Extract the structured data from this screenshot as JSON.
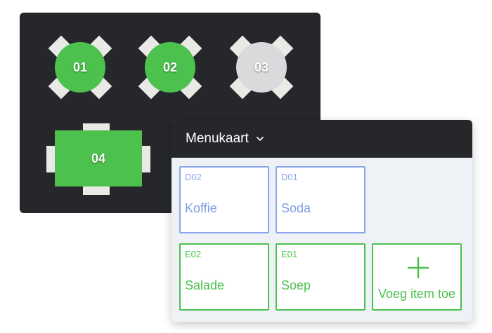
{
  "floor_plan": {
    "tables": [
      {
        "number": "01",
        "status": "occupied"
      },
      {
        "number": "02",
        "status": "occupied"
      },
      {
        "number": "03",
        "status": "free"
      },
      {
        "number": "04",
        "status": "occupied"
      }
    ]
  },
  "menu": {
    "title": "Menukaart",
    "items": [
      {
        "code": "D02",
        "name": "Koffie",
        "category": "drink"
      },
      {
        "code": "D01",
        "name": "Soda",
        "category": "drink"
      },
      {
        "code": "E02",
        "name": "Salade",
        "category": "food"
      },
      {
        "code": "E01",
        "name": "Soep",
        "category": "food"
      }
    ],
    "add_item_label": "Voeg item toe"
  },
  "colors": {
    "occupied": "#4cc14e",
    "free": "#d9dadb",
    "drink": "#8aa6ea",
    "food": "#4cc14e",
    "panel_dark": "#26272b"
  },
  "icons": {
    "menu_dropdown": "chevron-down-icon",
    "add": "plus-icon"
  }
}
